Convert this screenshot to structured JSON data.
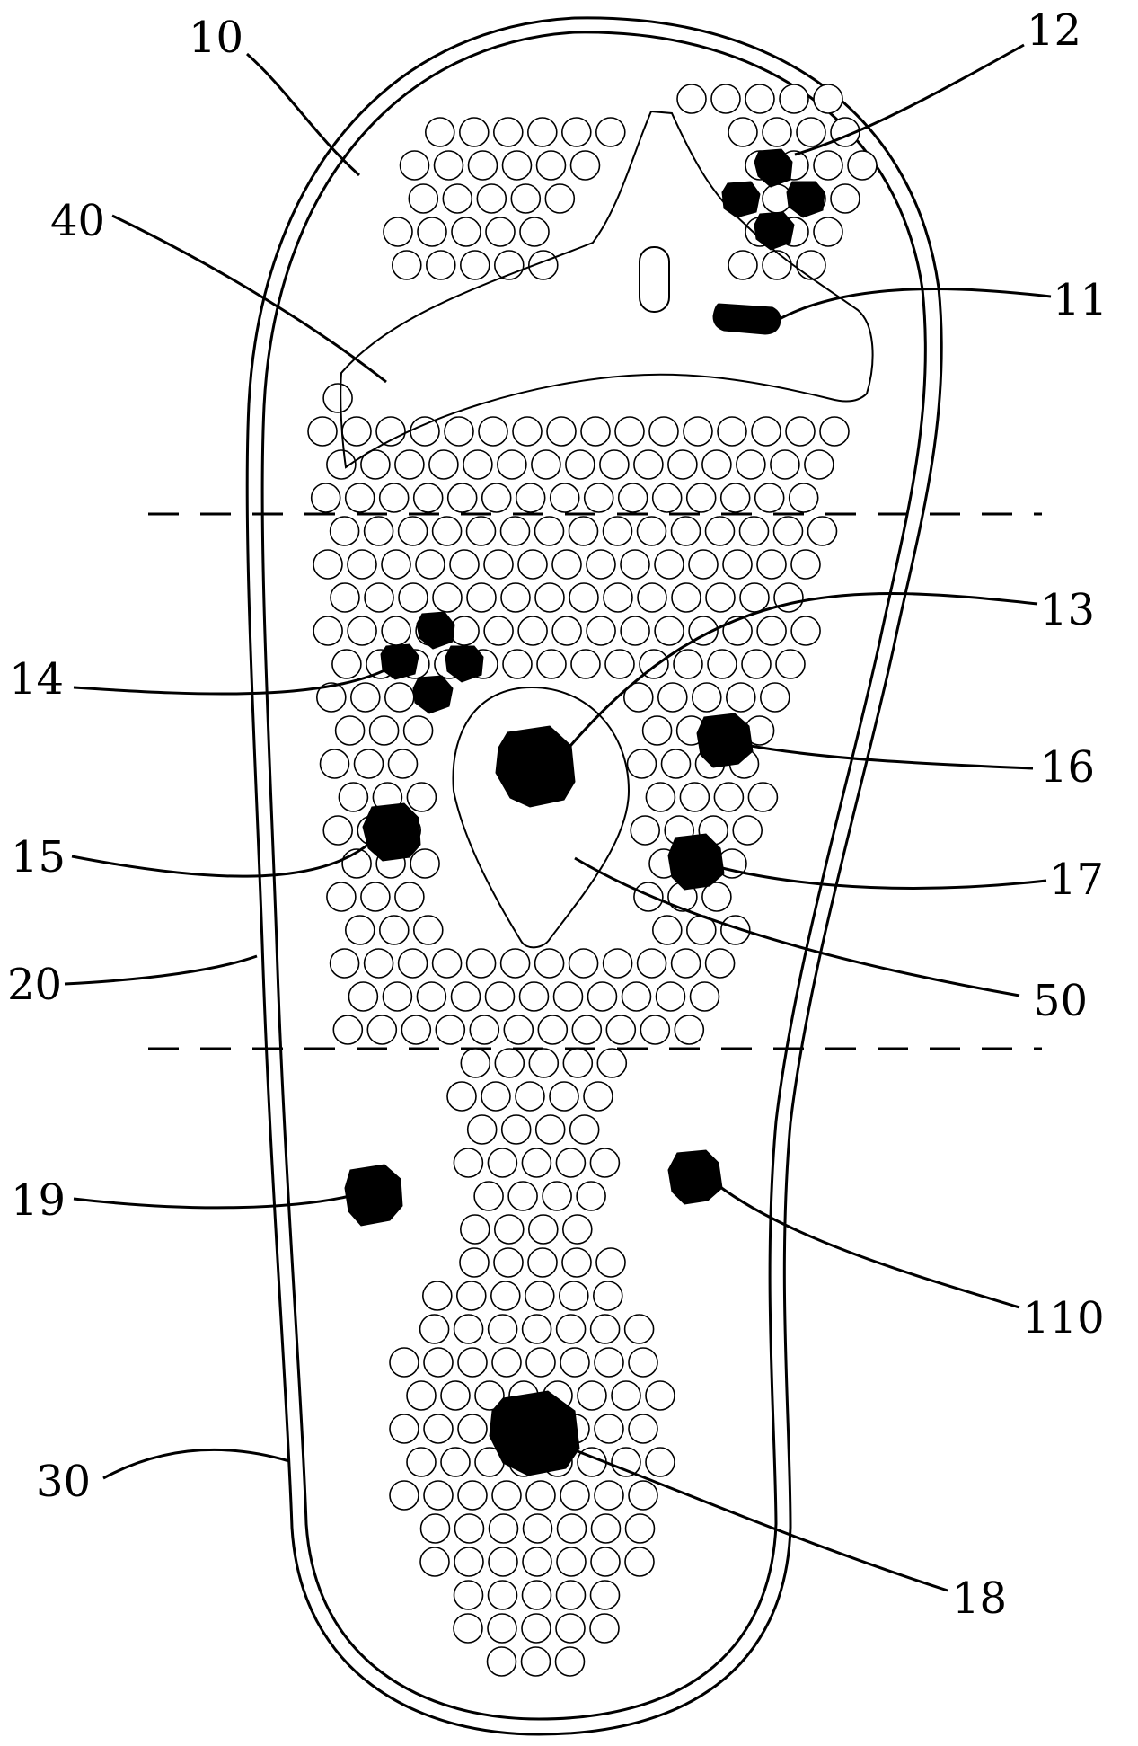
{
  "colors": {
    "line": "#000000",
    "background": "#ffffff",
    "acupoint": "#000000"
  },
  "figure": {
    "labels": {
      "l10": "10",
      "l12": "12",
      "l40": "40",
      "l11": "11",
      "l13": "13",
      "l14": "14",
      "l16": "16",
      "l15": "15",
      "l17": "17",
      "l20": "20",
      "l50": "50",
      "l19": "19",
      "l110": "110",
      "l30": "30",
      "l18": "18"
    }
  }
}
